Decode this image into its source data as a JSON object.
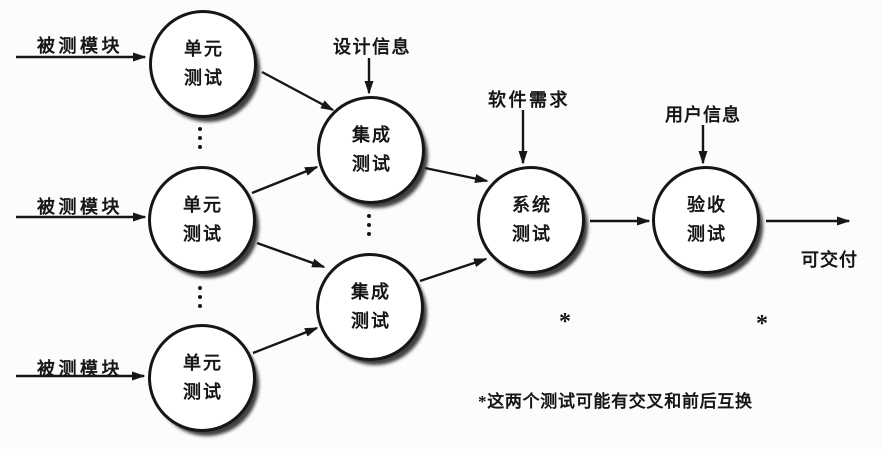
{
  "diagram": {
    "input_labels": [
      "被测模块",
      "被测模块",
      "被测模块"
    ],
    "nodes": [
      {
        "id": "unit-test-1",
        "line1": "单元",
        "line2": "测试"
      },
      {
        "id": "unit-test-2",
        "line1": "单元",
        "line2": "测试"
      },
      {
        "id": "unit-test-3",
        "line1": "单元",
        "line2": "测试"
      },
      {
        "id": "integration-test-1",
        "line1": "集成",
        "line2": "测试"
      },
      {
        "id": "integration-test-2",
        "line1": "集成",
        "line2": "测试"
      },
      {
        "id": "system-test",
        "line1": "系统",
        "line2": "测试"
      },
      {
        "id": "acceptance-test",
        "line1": "验收",
        "line2": "测试"
      }
    ],
    "annotations": {
      "design_info": "设计信息",
      "software_requirements": "软件需求",
      "user_info": "用户信息",
      "deliverable": "可交付",
      "asterisk_system": "*",
      "asterisk_acceptance": "*",
      "footnote": "*这两个测试可能有交叉和前后互换"
    },
    "colors": {
      "ink": "#161616",
      "background": "#fcfcfb"
    }
  }
}
